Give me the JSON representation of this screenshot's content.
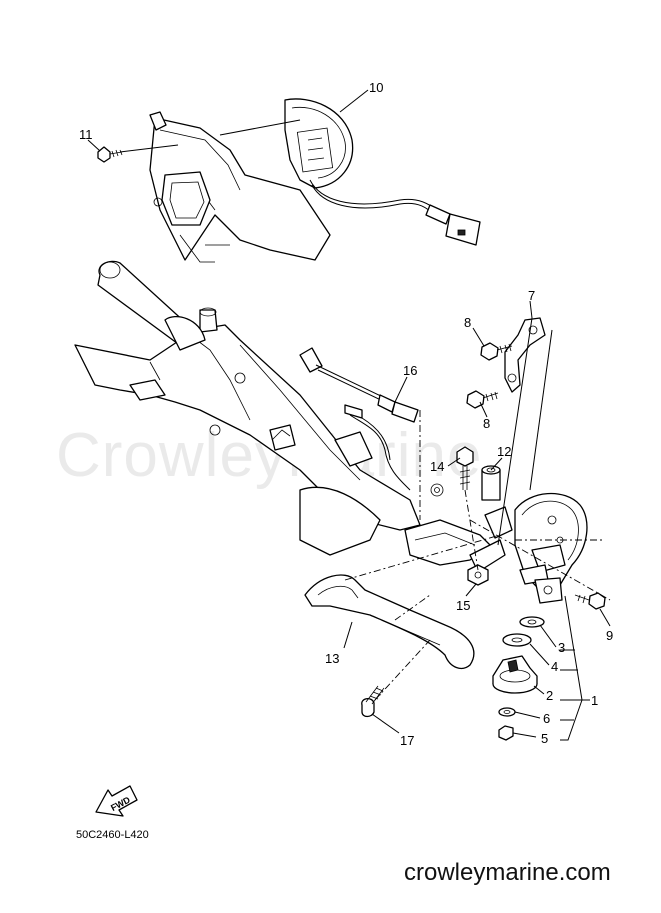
{
  "callouts": [
    {
      "id": "1",
      "label": "1"
    },
    {
      "id": "2",
      "label": "2"
    },
    {
      "id": "3",
      "label": "3"
    },
    {
      "id": "4",
      "label": "4"
    },
    {
      "id": "5",
      "label": "5"
    },
    {
      "id": "6",
      "label": "6"
    },
    {
      "id": "7",
      "label": "7"
    },
    {
      "id": "8a",
      "label": "8"
    },
    {
      "id": "8b",
      "label": "8"
    },
    {
      "id": "9",
      "label": "9"
    },
    {
      "id": "10",
      "label": "10"
    },
    {
      "id": "11",
      "label": "11"
    },
    {
      "id": "12",
      "label": "12"
    },
    {
      "id": "13",
      "label": "13"
    },
    {
      "id": "14",
      "label": "14"
    },
    {
      "id": "15",
      "label": "15"
    },
    {
      "id": "16",
      "label": "16"
    },
    {
      "id": "17",
      "label": "17"
    }
  ],
  "fwd_arrow_label": "FWD",
  "diagram_code": "50C2460-L420",
  "watermark": "CrowleyMarine",
  "site_footer": "crowleymarine.com"
}
